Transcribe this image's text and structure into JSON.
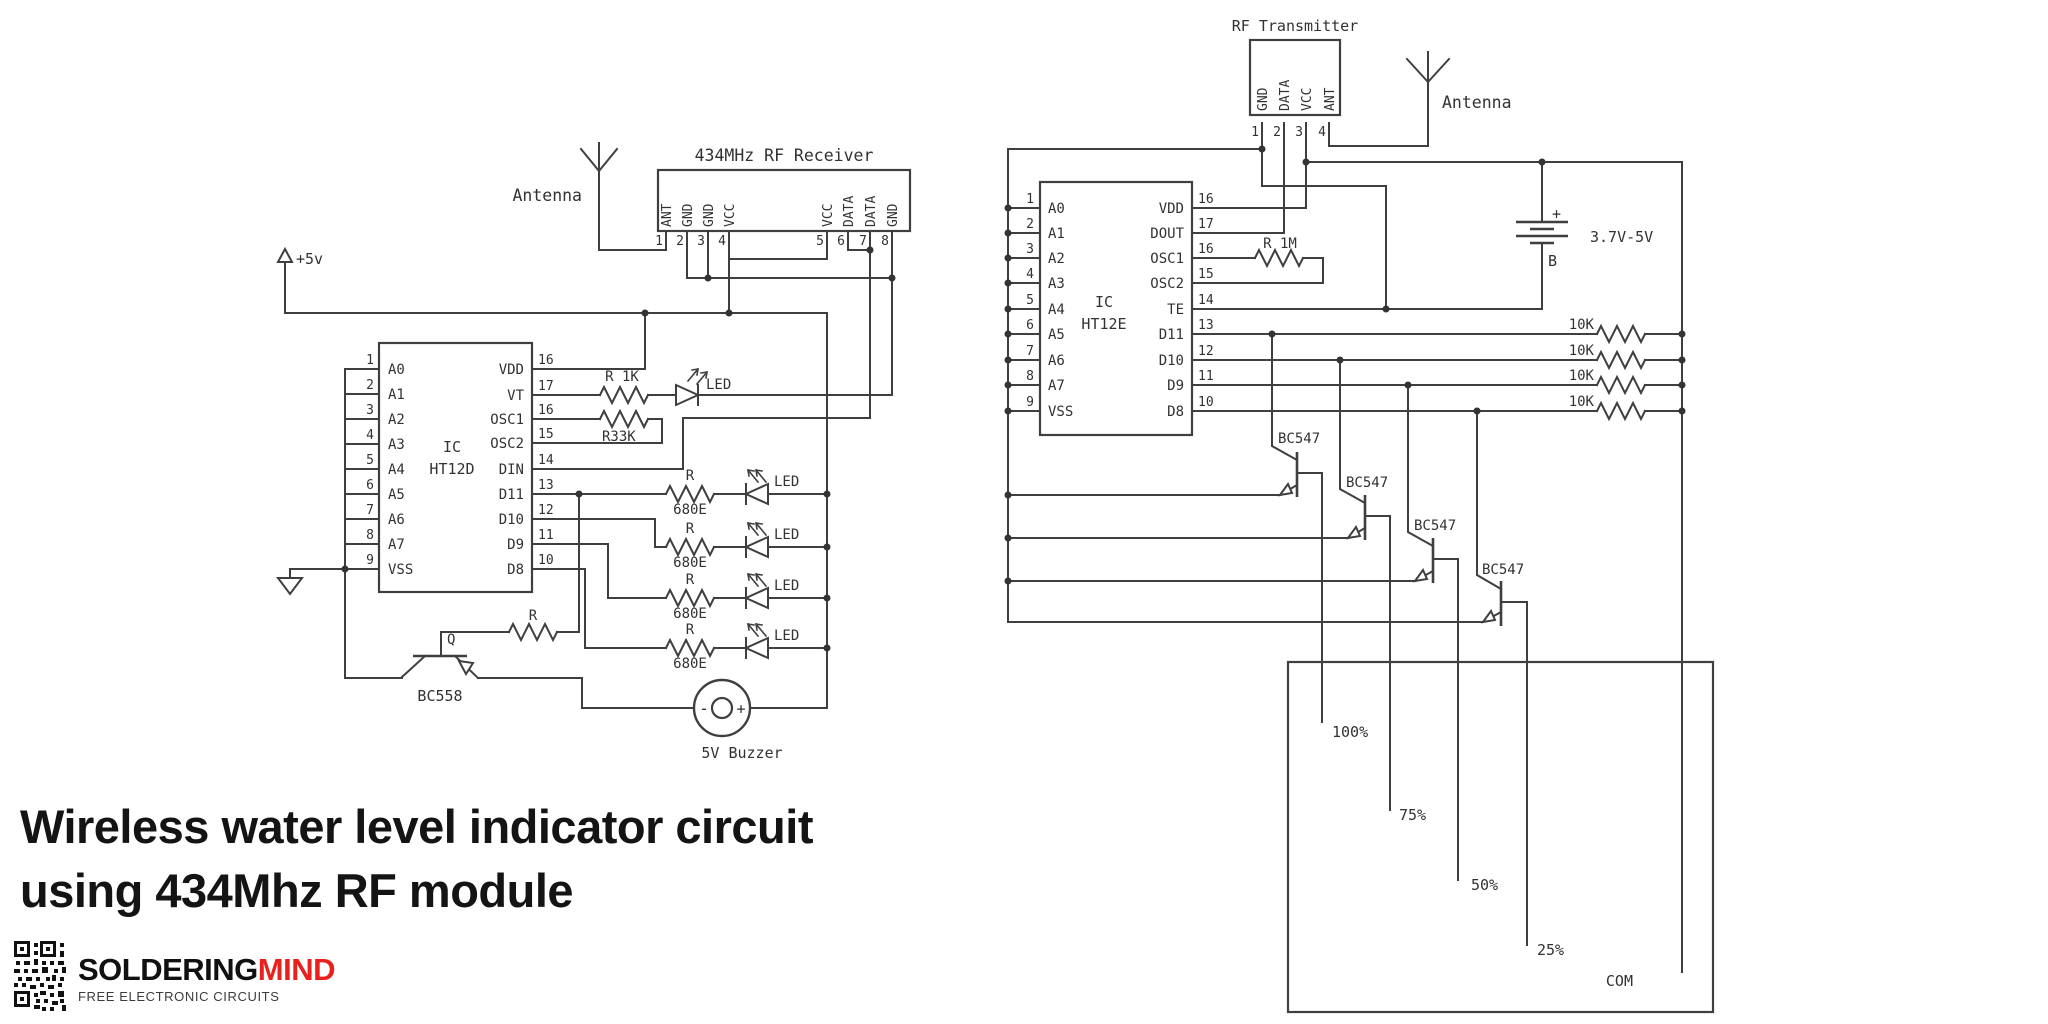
{
  "title": {
    "line1": "Wireless water level indicator circuit",
    "line2": "using 434Mhz RF module"
  },
  "brand": {
    "word1": "SOLDERING",
    "word2": "MIND",
    "tagline": "FREE ELECTRONIC CIRCUITS"
  },
  "colors": {
    "line": "#3f3f3f",
    "title_text": "#141414",
    "brand_red": "#e8211d"
  },
  "receiver": {
    "module_title": "434MHz RF Receiver",
    "antenna": "Antenna",
    "supply": "+5v",
    "module_pins": [
      {
        "n": "1",
        "l": "ANT"
      },
      {
        "n": "2",
        "l": "GND"
      },
      {
        "n": "3",
        "l": "GND"
      },
      {
        "n": "4",
        "l": "VCC"
      },
      {
        "n": "5",
        "l": "VCC"
      },
      {
        "n": "6",
        "l": "DATA"
      },
      {
        "n": "7",
        "l": "DATA"
      },
      {
        "n": "8",
        "l": "GND"
      }
    ],
    "ic": {
      "line1": "IC",
      "line2": "HT12D",
      "left": [
        {
          "n": "1",
          "l": "A0"
        },
        {
          "n": "2",
          "l": "A1"
        },
        {
          "n": "3",
          "l": "A2"
        },
        {
          "n": "4",
          "l": "A3"
        },
        {
          "n": "5",
          "l": "A4"
        },
        {
          "n": "6",
          "l": "A5"
        },
        {
          "n": "7",
          "l": "A6"
        },
        {
          "n": "8",
          "l": "A7"
        },
        {
          "n": "9",
          "l": "VSS"
        }
      ],
      "right": [
        {
          "n": "16",
          "l": "VDD"
        },
        {
          "n": "17",
          "l": "VT"
        },
        {
          "n": "16",
          "l": "OSC1"
        },
        {
          "n": "15",
          "l": "OSC2"
        },
        {
          "n": "14",
          "l": "DIN"
        },
        {
          "n": "13",
          "l": "D11"
        },
        {
          "n": "12",
          "l": "D10"
        },
        {
          "n": "11",
          "l": "D9"
        },
        {
          "n": "10",
          "l": "D8"
        }
      ]
    },
    "r_vt": "R 1K",
    "led_vt": "LED",
    "r_osc": "R33K",
    "led_rows": [
      {
        "r": "R",
        "v": "680E",
        "led": "LED"
      },
      {
        "r": "R",
        "v": "680E",
        "led": "LED"
      },
      {
        "r": "R",
        "v": "680E",
        "led": "LED"
      },
      {
        "r": "R",
        "v": "680E",
        "led": "LED"
      }
    ],
    "q_label": "Q",
    "q_r": "R",
    "q_name": "BC558",
    "buzzer": {
      "minus": "-",
      "plus": "+",
      "label": "5V Buzzer"
    }
  },
  "transmitter": {
    "module_title": "RF Transmitter",
    "antenna": "Antenna",
    "module_pins": [
      {
        "n": "1",
        "l": "GND"
      },
      {
        "n": "2",
        "l": "DATA"
      },
      {
        "n": "3",
        "l": "VCC"
      },
      {
        "n": "4",
        "l": "ANT"
      }
    ],
    "ic": {
      "line1": "IC",
      "line2": "HT12E",
      "left": [
        {
          "n": "1",
          "l": "A0"
        },
        {
          "n": "2",
          "l": "A1"
        },
        {
          "n": "3",
          "l": "A2"
        },
        {
          "n": "4",
          "l": "A3"
        },
        {
          "n": "5",
          "l": "A4"
        },
        {
          "n": "6",
          "l": "A5"
        },
        {
          "n": "7",
          "l": "A6"
        },
        {
          "n": "8",
          "l": "A7"
        },
        {
          "n": "9",
          "l": "VSS"
        }
      ],
      "right": [
        {
          "n": "16",
          "l": "VDD"
        },
        {
          "n": "17",
          "l": "DOUT"
        },
        {
          "n": "16",
          "l": "OSC1"
        },
        {
          "n": "15",
          "l": "OSC2"
        },
        {
          "n": "14",
          "l": "TE"
        },
        {
          "n": "13",
          "l": "D11"
        },
        {
          "n": "12",
          "l": "D10"
        },
        {
          "n": "11",
          "l": "D9"
        },
        {
          "n": "10",
          "l": "D8"
        }
      ]
    },
    "r_osc": "R 1M",
    "battery": {
      "plus": "+",
      "label": "3.7V-5V",
      "b": "B"
    },
    "pullups": [
      "10K",
      "10K",
      "10K",
      "10K"
    ],
    "transistors": [
      "BC547",
      "BC547",
      "BC547",
      "BC547"
    ],
    "tank": {
      "levels": [
        "100%",
        "75%",
        "50%",
        "25%"
      ],
      "com": "COM"
    }
  }
}
